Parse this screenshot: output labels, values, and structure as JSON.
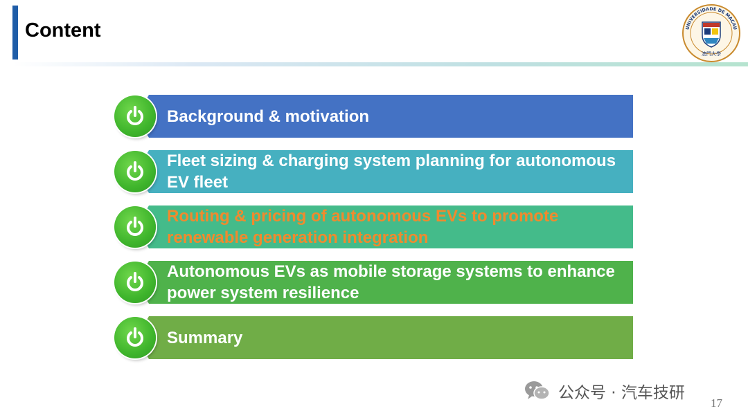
{
  "slide": {
    "title": "Content",
    "page_number": "17"
  },
  "logo": {
    "icon": "university-of-macau-seal-icon",
    "ring_text": "UNIVERSIDADE DE MACAU",
    "bottom_text": "澳門大學"
  },
  "agenda": {
    "items": [
      {
        "label": "Background & motivation",
        "color": "#4472c4",
        "active": false
      },
      {
        "label": "Fleet sizing & charging system planning for autonomous EV fleet",
        "color": "#46b0c0",
        "active": false
      },
      {
        "label": "Routing & pricing of autonomous EVs to promote renewable generation integration",
        "color": "#44bb8a",
        "active": true
      },
      {
        "label": "Autonomous EVs as mobile storage systems to enhance power system resilience",
        "color": "#4fb24b",
        "active": false
      },
      {
        "label": "Summary",
        "color": "#70ad47",
        "active": false
      }
    ],
    "item_icon": "power-icon",
    "active_text_color": "#f08a2e"
  },
  "watermark": {
    "icon": "wechat-icon",
    "text": "公众号 · 汽车技研"
  }
}
